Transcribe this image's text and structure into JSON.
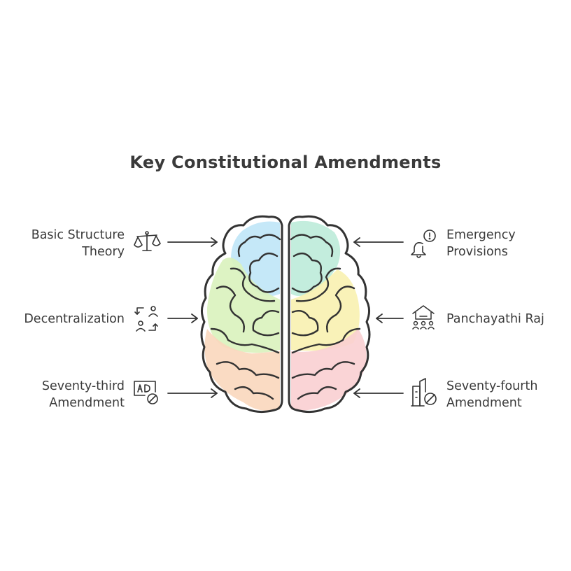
{
  "title": "Key Constitutional Amendments",
  "colors": {
    "stroke": "#333333",
    "blue": "#bfe6f7",
    "teal": "#bdebd9",
    "lightgreen": "#d9f2bd",
    "yellow": "#f8f1b0",
    "peach": "#fad7bd",
    "pink": "#f9cfd2"
  },
  "items": [
    {
      "id": "basic-structure",
      "side": "left",
      "lines": [
        "Basic Structure",
        "Theory"
      ],
      "icon": "scales-icon"
    },
    {
      "id": "decentralization",
      "side": "left",
      "lines": [
        "Decentralization"
      ],
      "icon": "exchange-people-icon"
    },
    {
      "id": "seventy-third",
      "side": "left",
      "lines": [
        "Seventy-third",
        "Amendment"
      ],
      "icon": "ad-blocked-icon"
    },
    {
      "id": "emergency",
      "side": "right",
      "lines": [
        "Emergency",
        "Provisions"
      ],
      "icon": "alert-bell-icon"
    },
    {
      "id": "panchayathi",
      "side": "right",
      "lines": [
        "Panchayathi Raj"
      ],
      "icon": "village-meeting-icon"
    },
    {
      "id": "seventy-fourth",
      "side": "right",
      "lines": [
        "Seventy-fourth",
        "Amendment"
      ],
      "icon": "city-blocked-icon"
    }
  ]
}
